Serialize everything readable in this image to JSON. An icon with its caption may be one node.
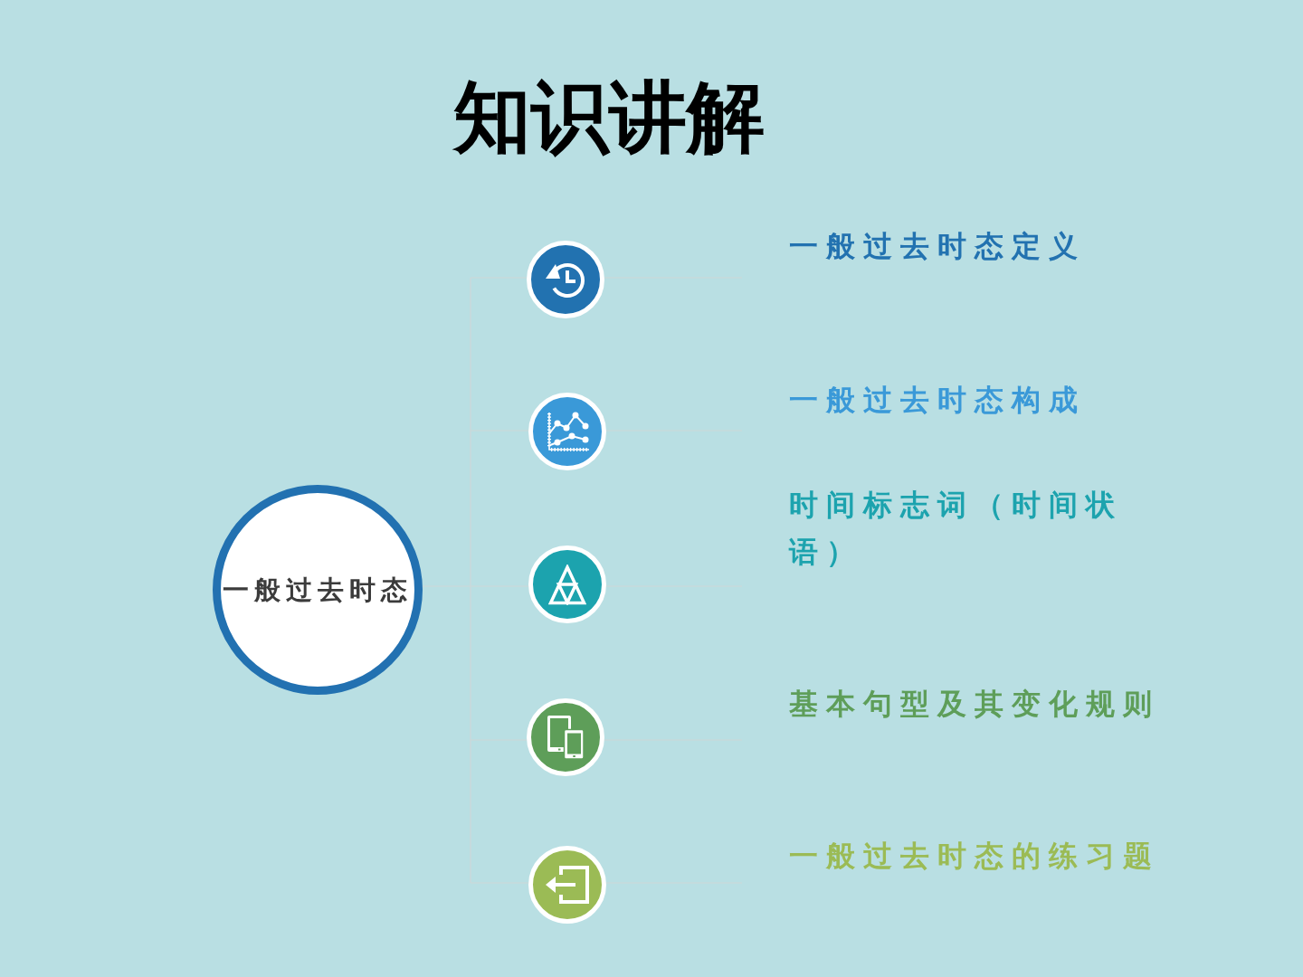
{
  "diagram": {
    "title": "知识讲解",
    "nodes": [
      {
        "text": [
          "一般过去时态"
        ]
      },
      {
        "text": [],
        "shape": "circle"
      },
      {
        "text": [],
        "shape": "circle"
      },
      {
        "text": [],
        "shape": "circle"
      },
      {
        "text": [],
        "shape": "circle"
      },
      {
        "text": [],
        "shape": "circle"
      }
    ],
    "edges": [
      {
        "from": 0,
        "to": 1,
        "arrow": "none"
      },
      {
        "from": 0,
        "to": 2,
        "arrow": "none"
      },
      {
        "from": 0,
        "to": 3,
        "arrow": "none"
      },
      {
        "from": 0,
        "to": 4,
        "arrow": "none"
      },
      {
        "from": 0,
        "to": 5,
        "arrow": "none"
      },
      {
        "from": 1,
        "to": null,
        "arrow": "none"
      },
      {
        "from": 2,
        "to": null,
        "arrow": "none"
      },
      {
        "from": 3,
        "to": null,
        "arrow": "none"
      },
      {
        "from": 4,
        "to": null,
        "arrow": "none"
      },
      {
        "from": 5,
        "to": null,
        "arrow": "none"
      }
    ],
    "labels": [
      "一般过去时态定义",
      "一般过去时态构成",
      "时间标志词（时间状语）",
      "基本句型及其变化规则",
      "一般过去时态的练习题"
    ]
  }
}
